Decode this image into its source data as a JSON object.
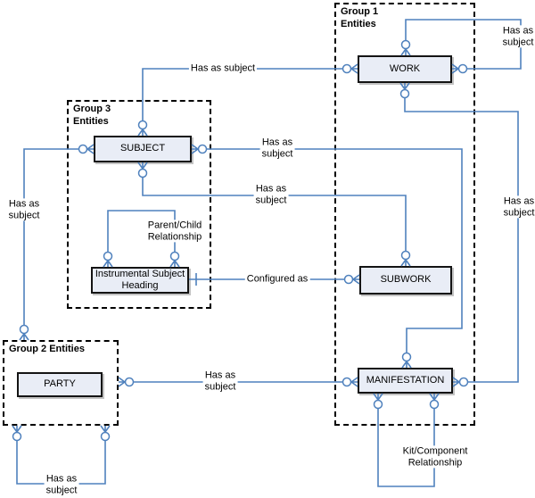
{
  "colors": {
    "line": "#4f81bd",
    "entity_fill": "#e9edf6",
    "entity_border": "#141414",
    "group_border": "#000000",
    "text": "#000000"
  },
  "groups": {
    "group1": {
      "label": "Group 1\nEntities"
    },
    "group2": {
      "label": "Group 2 Entities"
    },
    "group3": {
      "label": "Group 3\nEntities"
    }
  },
  "entities": {
    "work": {
      "label": "WORK"
    },
    "subject": {
      "label": "SUBJECT"
    },
    "subwork": {
      "label": "SUBWORK"
    },
    "manifestation": {
      "label": "MANIFESTATION"
    },
    "party": {
      "label": "PARTY"
    },
    "instrumental_subject_heading": {
      "label": "Instrumental Subject Heading"
    }
  },
  "relationships": {
    "work_self": "Has as\nsubject",
    "work_subject": "Has as subject",
    "subject_manifestation": "Has as\nsubject",
    "work_manifestation": "Has as\nsubject",
    "subject_subwork": "Has as\nsubject",
    "subject_group2": "Has as\nsubject",
    "party_manifestation": "Has as\nsubject",
    "group2_self": "Has as\nsubject",
    "parent_child": "Parent/Child\nRelationship",
    "configured_as": "Configured as",
    "kit_component": "Kit/Component\nRelationship"
  }
}
